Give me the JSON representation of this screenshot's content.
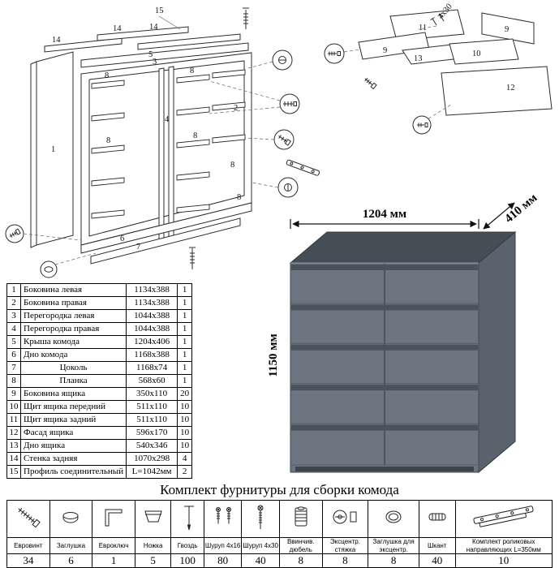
{
  "title": "Комплект фурнитуры для сборки комода",
  "dimensions": {
    "width": "1204 мм",
    "depth": "410 мм",
    "height": "1150 мм"
  },
  "parts_table": {
    "rows": [
      {
        "num": "1",
        "name": "Боковина левая",
        "size": "1134x388",
        "qty": "1"
      },
      {
        "num": "2",
        "name": "Боковина правая",
        "size": "1134x388",
        "qty": "1"
      },
      {
        "num": "3",
        "name": "Перегородка левая",
        "size": "1044x388",
        "qty": "1"
      },
      {
        "num": "4",
        "name": "Перегородка правая",
        "size": "1044x388",
        "qty": "1"
      },
      {
        "num": "5",
        "name": "Крыша комода",
        "size": "1204x406",
        "qty": "1"
      },
      {
        "num": "6",
        "name": "Дно комода",
        "size": "1168x388",
        "qty": "1"
      },
      {
        "num": "7",
        "name": "Цоколь",
        "size": "1168x74",
        "qty": "1"
      },
      {
        "num": "8",
        "name": "Планка",
        "size": "568x60",
        "qty": "1"
      },
      {
        "num": "9",
        "name": "Боковина ящика",
        "size": "350x110",
        "qty": "20"
      },
      {
        "num": "10",
        "name": "Щит ящика передний",
        "size": "511x110",
        "qty": "10"
      },
      {
        "num": "11",
        "name": "Щит ящика задний",
        "size": "511x110",
        "qty": "10"
      },
      {
        "num": "12",
        "name": "Фасад ящика",
        "size": "596x170",
        "qty": "10"
      },
      {
        "num": "13",
        "name": "Дно ящика",
        "size": "540x346",
        "qty": "10"
      },
      {
        "num": "14",
        "name": "Стенка задняя",
        "size": "1070x298",
        "qty": "4"
      },
      {
        "num": "15",
        "name": "Профиль соединительный",
        "size": "L=1042мм",
        "qty": "2"
      }
    ]
  },
  "hardware_table": {
    "items": [
      {
        "name": "Евровинт",
        "qty": "34"
      },
      {
        "name": "Заглушка",
        "qty": "6"
      },
      {
        "name": "Евроключ",
        "qty": "1"
      },
      {
        "name": "Ножка",
        "qty": "5"
      },
      {
        "name": "Гвоздь",
        "qty": "100"
      },
      {
        "name": "Шуруп 4x16",
        "qty": "80"
      },
      {
        "name": "Шуруп 4x30",
        "qty": "40"
      },
      {
        "name": "Ввинчив. дюбель",
        "qty": "8"
      },
      {
        "name": "Эксцентр. стяжка",
        "qty": "8"
      },
      {
        "name": "Заглушка для эксцентр.",
        "qty": "8"
      },
      {
        "name": "Шкант",
        "qty": "40"
      },
      {
        "name": "Комплект роликовых направляющих L=350мм",
        "qty": "10"
      }
    ]
  },
  "diagrams": {
    "main": {
      "labels": [
        "15",
        "14",
        "14",
        "14",
        "5",
        "3",
        "8",
        "8",
        "8",
        "8",
        "8",
        "8",
        "2",
        "4",
        "1",
        "6",
        "7"
      ]
    },
    "drawer": {
      "labels": [
        "11",
        "9",
        "9",
        "13",
        "10",
        "12",
        "4x30"
      ]
    }
  }
}
